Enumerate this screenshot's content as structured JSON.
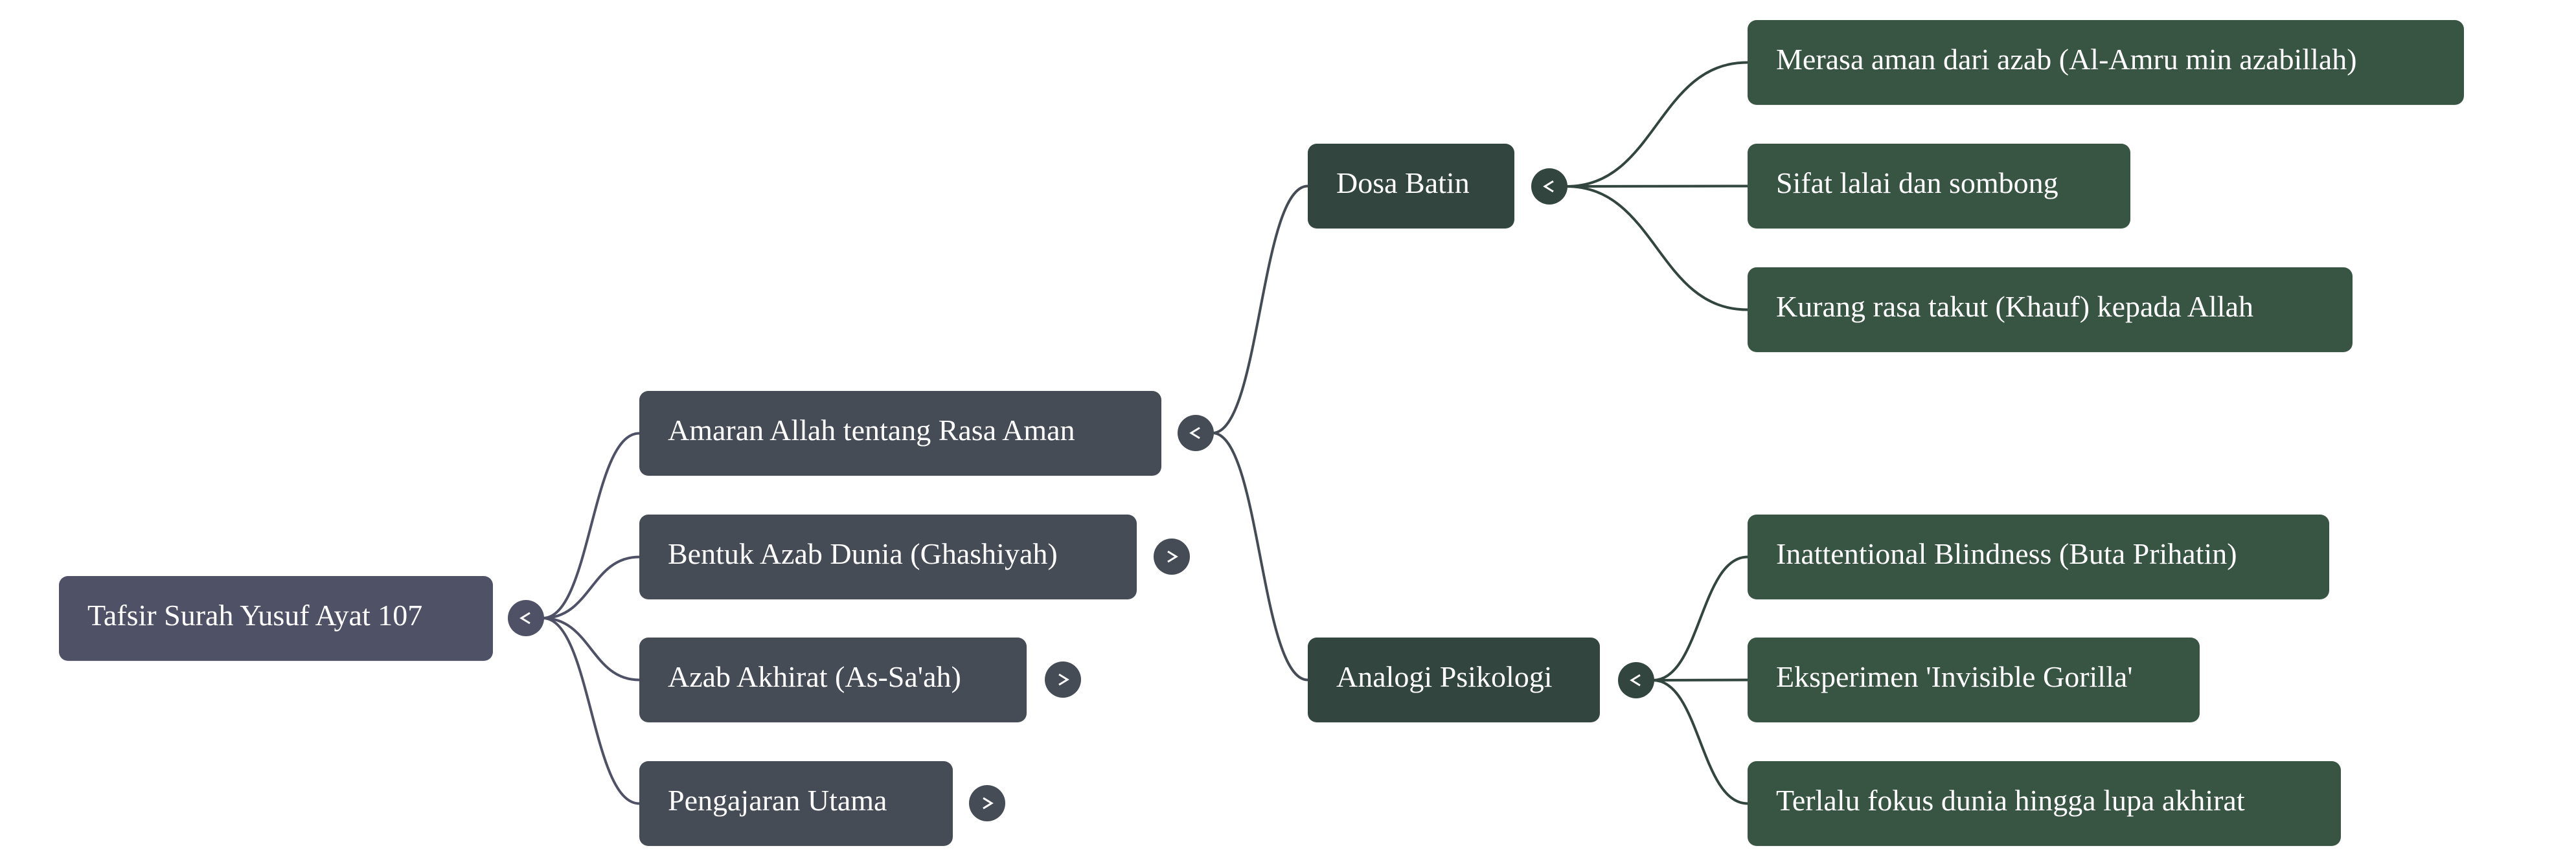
{
  "mindmap": {
    "colors": {
      "root": "#4f5166",
      "level1": "#454c55",
      "level2": "#32453f",
      "leaf": "#385443",
      "link_root": "#4f5166",
      "link_level1": "#454c55",
      "link_level2": "#32453f",
      "toggle_text": "#ffffff"
    },
    "root": {
      "id": "root",
      "label": "Tafsir Surah Yusuf Ayat 107",
      "toggle": "collapse",
      "children": [
        {
          "id": "amaran",
          "label": "Amaran Allah tentang Rasa Aman",
          "toggle": "collapse",
          "children": [
            {
              "id": "dosa-batin",
              "label": "Dosa Batin",
              "toggle": "collapse",
              "children": [
                {
                  "id": "merasa-aman",
                  "label": "Merasa aman dari azab (Al-Amru min azabillah)"
                },
                {
                  "id": "sifat-lalai",
                  "label": "Sifat lalai dan sombong"
                },
                {
                  "id": "kurang-takut",
                  "label": "Kurang rasa takut (Khauf) kepada Allah"
                }
              ]
            },
            {
              "id": "analogi",
              "label": "Analogi Psikologi",
              "toggle": "collapse",
              "children": [
                {
                  "id": "inattentional",
                  "label": "Inattentional Blindness (Buta Prihatin)"
                },
                {
                  "id": "eksperimen",
                  "label": "Eksperimen 'Invisible Gorilla'"
                },
                {
                  "id": "terlalu-fokus",
                  "label": "Terlalu fokus dunia hingga lupa akhirat"
                }
              ]
            }
          ]
        },
        {
          "id": "bentuk-azab",
          "label": "Bentuk Azab Dunia (Ghashiyah)",
          "toggle": "expand",
          "children": []
        },
        {
          "id": "azab-akhirat",
          "label": "Azab Akhirat (As-Sa'ah)",
          "toggle": "expand",
          "children": []
        },
        {
          "id": "pengajaran",
          "label": "Pengajaran Utama",
          "toggle": "expand",
          "children": []
        }
      ]
    }
  }
}
